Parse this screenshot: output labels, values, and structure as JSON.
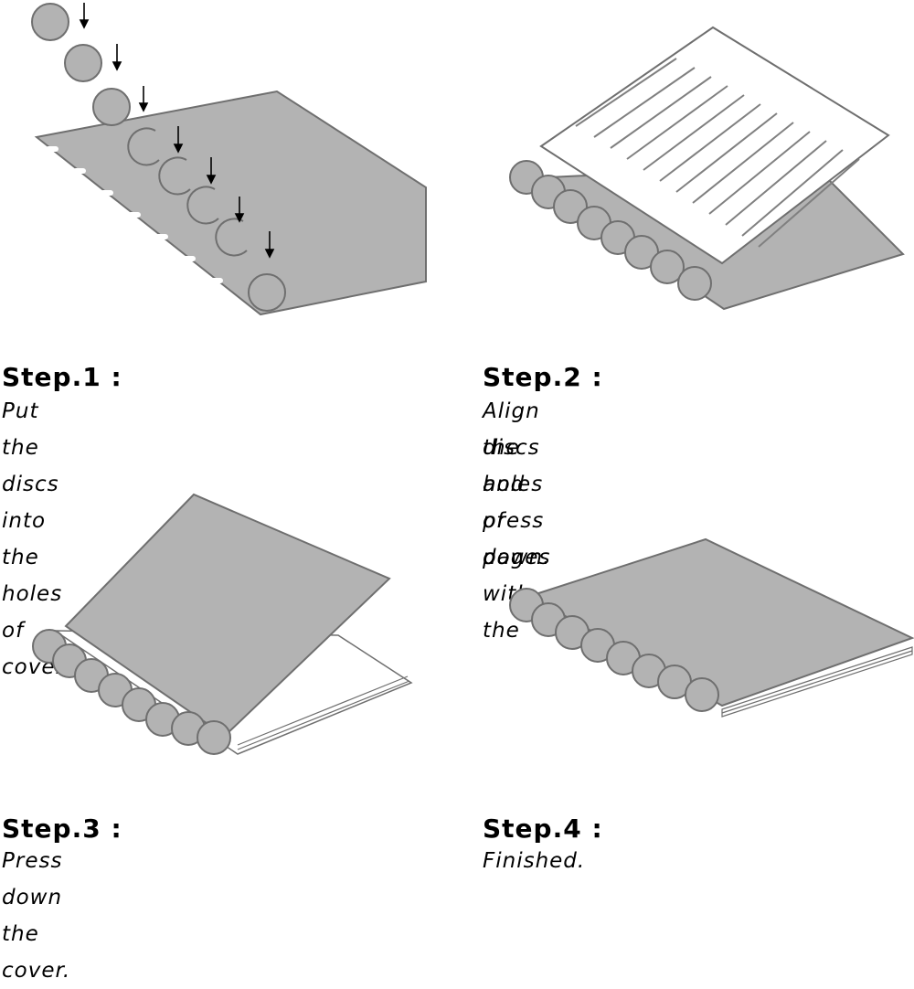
{
  "colors": {
    "cover": "#b3b3b3",
    "outline": "#6f6f6f",
    "page": "#ffffff",
    "text": "#000000"
  },
  "steps": [
    {
      "title": "Step.1 :",
      "description": "Put the discs into the holes of cover."
    },
    {
      "title": "Step.2 :",
      "description_line1": "Align the holes of pages with the",
      "description_line2": "discs and press down."
    },
    {
      "title": "Step.3 :",
      "description": "Press down the cover."
    },
    {
      "title": "Step.4 :",
      "description": "Finished."
    }
  ]
}
